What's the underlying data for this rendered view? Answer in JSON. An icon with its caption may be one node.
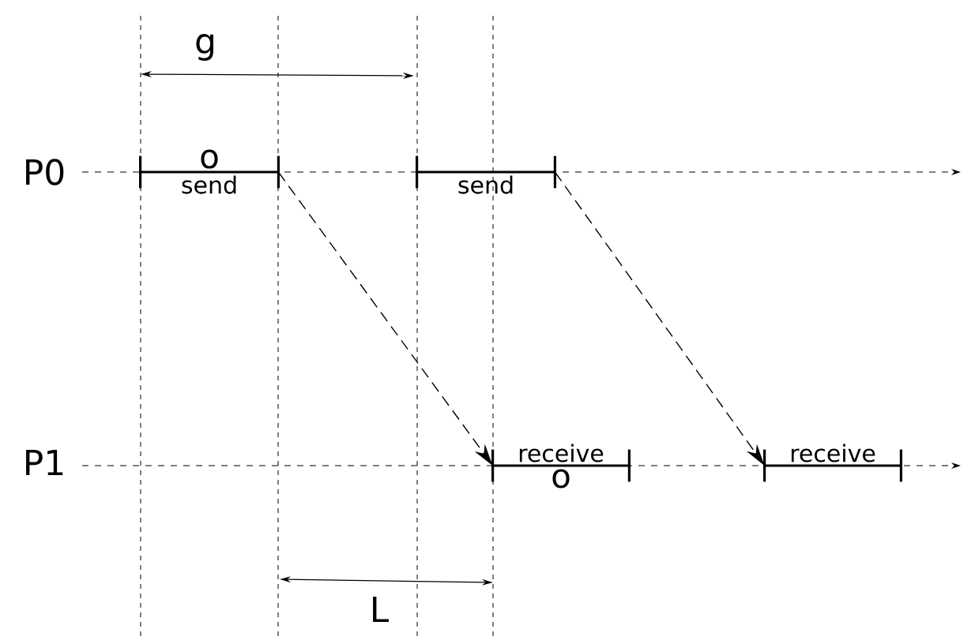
{
  "diagram": {
    "nodes": [
      {
        "text": [
          "o",
          "send"
        ]
      },
      {
        "text": [
          "send"
        ]
      },
      {
        "text": [
          "receive",
          "o"
        ]
      },
      {
        "text": [
          "receive"
        ]
      }
    ],
    "edges": [
      {
        "from": 0,
        "to": 2,
        "arrow": "to",
        "style": "dashed"
      },
      {
        "from": 1,
        "to": 3,
        "arrow": "to",
        "style": "dashed"
      }
    ],
    "labels": [
      "g",
      "P0",
      "P1",
      "L"
    ]
  }
}
